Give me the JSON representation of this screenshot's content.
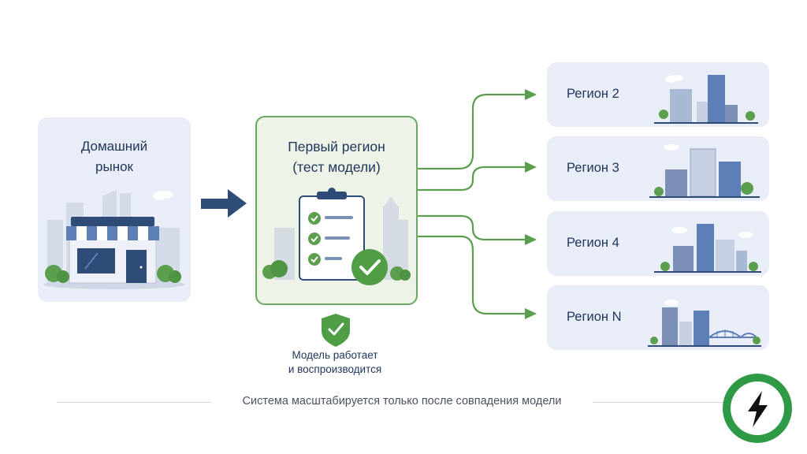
{
  "home": {
    "title_line1": "Домашний",
    "title_line2": "рынок"
  },
  "first_region": {
    "title_line1": "Первый регион",
    "title_line2": "(тест модели)"
  },
  "status": {
    "line1": "Модель работает",
    "line2": "и воспроизводится"
  },
  "regions": [
    {
      "label": "Регион 2"
    },
    {
      "label": "Регион 3"
    },
    {
      "label": "Регион 4"
    },
    {
      "label": "Регион N"
    }
  ],
  "footer": {
    "text": "Система масштабируется только после совпадения модели"
  },
  "colors": {
    "green": "#5a9e4e",
    "navy": "#2f4c78",
    "card_blue": "#e9edf7",
    "card_green": "#eef3e8",
    "badge_green": "#2e9a45"
  },
  "icons": [
    "store-icon",
    "clipboard-check-icon",
    "shield-check-icon",
    "city-skyline-icon",
    "bridge-icon",
    "lightning-bolt-icon"
  ]
}
